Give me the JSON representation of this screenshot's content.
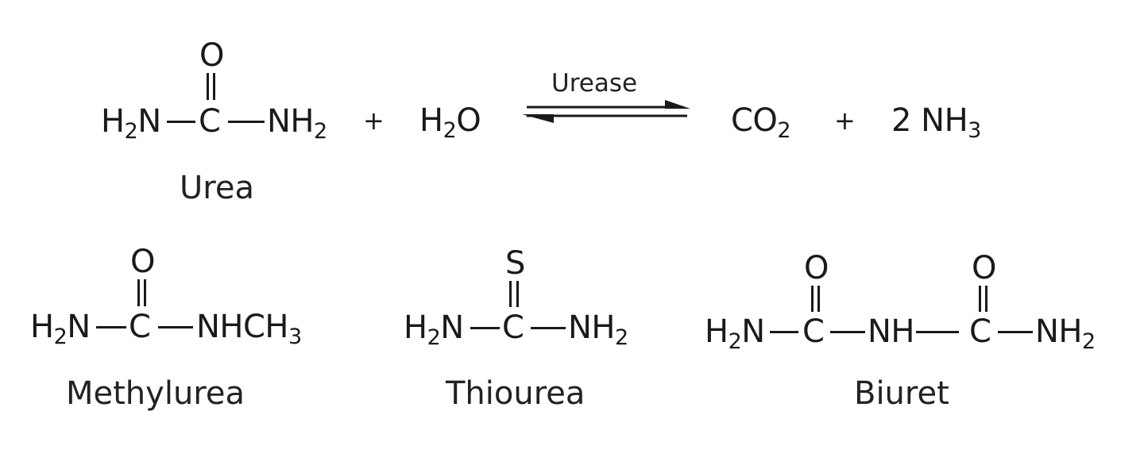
{
  "reaction": {
    "reactant1": {
      "name": "Urea",
      "top_atom": "O",
      "left_group": "H",
      "left_sub": "2",
      "left_tail": "N",
      "center_atom": "C",
      "right_group": "NH",
      "right_sub": "2"
    },
    "plus1": "+",
    "reactant2": {
      "main": "H",
      "sub": "2",
      "tail": "O"
    },
    "arrow": {
      "type": "equilibrium",
      "label": "Urease"
    },
    "product1": {
      "main": "CO",
      "sub": "2"
    },
    "plus2": "+",
    "product2": {
      "coef": "2 NH",
      "sub": "3"
    }
  },
  "analogs": [
    {
      "name": "Methylurea",
      "top_atom": "O",
      "left_group": "H",
      "left_sub": "2",
      "left_tail": "N",
      "center_atom": "C",
      "right_group": "NHCH",
      "right_sub": "3"
    },
    {
      "name": "Thiourea",
      "top_atom": "S",
      "left_group": "H",
      "left_sub": "2",
      "left_tail": "N",
      "center_atom": "C",
      "right_group": "NH",
      "right_sub": "2"
    },
    {
      "name": "Biuret",
      "top_atom_1": "O",
      "top_atom_2": "O",
      "left_group": "H",
      "left_sub": "2",
      "left_tail": "N",
      "center_atom_1": "C",
      "middle_group": "NH",
      "center_atom_2": "C",
      "right_group": "NH",
      "right_sub": "2"
    }
  ],
  "colors": {
    "ink": "#1a1a1a",
    "background": "#ffffff"
  }
}
